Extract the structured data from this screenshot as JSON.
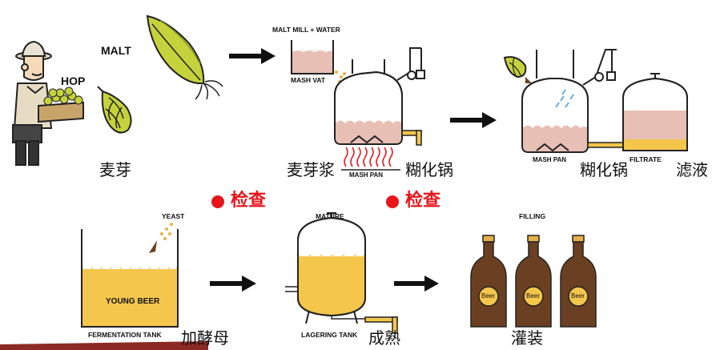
{
  "labels": {
    "hop": "HOP",
    "malt": "MALT",
    "malt_mill_water": "MALT MILL + WATER",
    "mash_vat": "MASH VAT",
    "mash_pan_1": "MASH PAN",
    "mash_pan_2": "MASH PAN",
    "filtrate": "FILTRATE",
    "yeast": "YEAST",
    "young_beer": "YOUNG BEER",
    "fermentation_tank": "FERMENTATION TANK",
    "mature": "MATURE",
    "lagering_tank": "LAGERING TANK",
    "filling": "FILLING",
    "bottle_label": "Beer"
  },
  "captions": {
    "malt_cn": "麦芽",
    "malt_mash_cn": "麦芽浆",
    "mash_pan_cn_1": "糊化锅",
    "mash_pan_cn_2": "糊化锅",
    "filtrate_cn": "滤液",
    "add_yeast_cn": "加酵母",
    "mature_cn": "成熟",
    "filling_cn": "灌装"
  },
  "checkpoints": [
    "检查",
    "检查"
  ],
  "colors": {
    "malt_green": "#c5d23c",
    "mash_pink": "#e8bfb5",
    "beer_yellow": "#f4c64b",
    "bottle_brown": "#6b4022",
    "check_red": "#e8141b",
    "bottom_bar": "#8b2a22"
  }
}
